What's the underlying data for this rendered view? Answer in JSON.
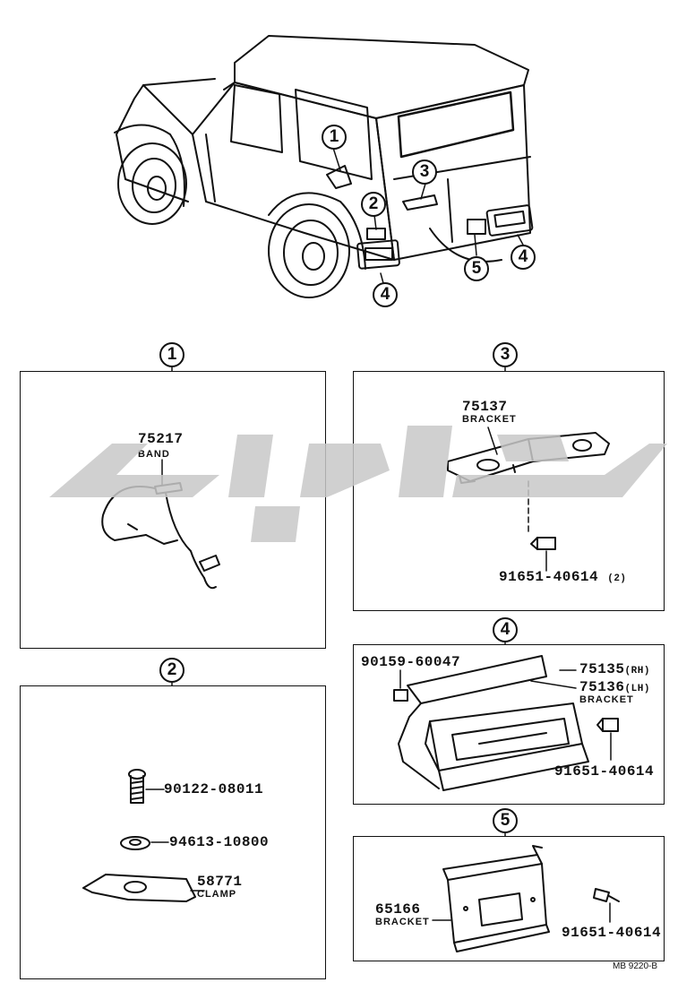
{
  "overview": {
    "callouts": [
      "1",
      "2",
      "3",
      "4",
      "5",
      "4"
    ]
  },
  "sections": [
    {
      "number": "1",
      "parts": [
        {
          "part_no": "75217",
          "name": "BAND"
        }
      ]
    },
    {
      "number": "3",
      "parts": [
        {
          "part_no": "75137",
          "name": "BRACKET"
        },
        {
          "part_no": "91651-40614",
          "qty": "(2)"
        }
      ]
    },
    {
      "number": "2",
      "parts": [
        {
          "part_no": "90122-08011"
        },
        {
          "part_no": "94613-10800"
        },
        {
          "part_no": "58771",
          "name": "CLAMP"
        }
      ]
    },
    {
      "number": "4",
      "parts": [
        {
          "part_no": "90159-60047"
        },
        {
          "part_no": "75135",
          "side": "(RH)"
        },
        {
          "part_no": "75136",
          "side": "(LH)"
        },
        {
          "name": "BRACKET"
        },
        {
          "part_no": "91651-40614"
        }
      ]
    },
    {
      "number": "5",
      "parts": [
        {
          "part_no": "65166",
          "name": "BRACKET"
        },
        {
          "part_no": "91651-40614"
        }
      ]
    }
  ],
  "diagram_code": "MB 9220-B",
  "colors": {
    "line": "#111111",
    "watermark": "#c8c8c8"
  }
}
